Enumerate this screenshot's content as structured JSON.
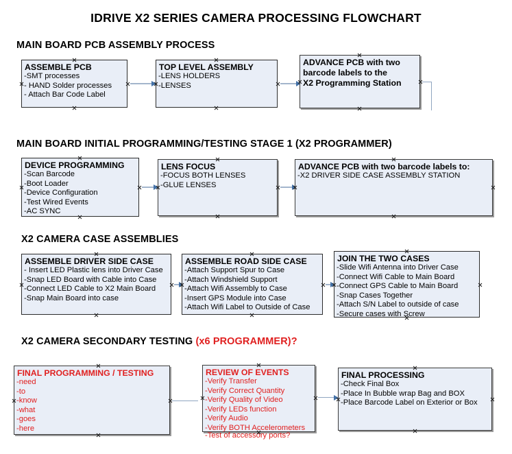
{
  "document": {
    "title": "IDRIVE X2  SERIES CAMERA PROCESSING FLOWCHART"
  },
  "sections": [
    {
      "id": "main-board-pcb-assembly",
      "title": "MAIN BOARD PCB ASSEMBLY PROCESS",
      "title_red": ""
    },
    {
      "id": "main-board-initial-programming",
      "title": "MAIN BOARD INITIAL PROGRAMMING/TESTING STAGE 1 (X2 PROGRAMMER)",
      "title_red": ""
    },
    {
      "id": "x2-camera-case-assemblies",
      "title": "X2 CAMERA CASE ASSEMBLIES",
      "title_red": ""
    },
    {
      "id": "x2-camera-secondary-testing",
      "title": "X2 CAMERA SECONDARY TESTING ",
      "title_red": "(x6 PROGRAMMER)?"
    }
  ],
  "nodes": {
    "assemble_pcb": {
      "title": "ASSEMBLE PCB",
      "items": [
        "-SMT processes",
        "- HAND Solder processes",
        "- Attach Bar Code Label"
      ]
    },
    "top_level_assembly": {
      "title": "TOP LEVEL ASSEMBLY",
      "items": [
        "-LENS HOLDERS",
        "-LENSES"
      ]
    },
    "advance_pcb_station": {
      "title": "ADVANCE PCB with two",
      "items": [
        "barcode labels to the",
        " X2 Programming Station"
      ]
    },
    "device_programming": {
      "title": "DEVICE PROGRAMMING",
      "items": [
        "-Scan Barcode",
        "-Boot Loader",
        "-Device Configuration",
        "-Test Wired Events",
        "-AC SYNC"
      ]
    },
    "lens_focus": {
      "title": "LENS FOCUS",
      "items": [
        "-FOCUS BOTH LENSES",
        "-GLUE LENSES"
      ]
    },
    "advance_pcb_driver": {
      "title": "ADVANCE PCB with two barcode labels to:",
      "items": [
        "-X2 DRIVER  SIDE  CASE  ASSEMBLY STATION"
      ]
    },
    "assemble_driver_side_case": {
      "title": "ASSEMBLE DRIVER SIDE CASE",
      "items": [
        "- Insert LED Plastic lens into Driver Case",
        "-Snap LED Board with Cable into Case",
        "-Connect LED Cable to X2 Main Board",
        "-Snap Main Board into case"
      ]
    },
    "assemble_road_side_case": {
      "title": "ASSEMBLE ROAD SIDE CASE",
      "items": [
        "-Attach Support Spur to Case",
        "-Attach Windshield Support",
        "-Attach Wifi Assembly to Case",
        "-Insert GPS Module into Case",
        "-Attach Wifi Label to Outside of Case"
      ]
    },
    "join_the_two_cases": {
      "title": "JOIN THE TWO CASES",
      "items": [
        "-Slide Wifi Antenna into Driver Case",
        "-Connect Wifi Cable to Main Board",
        "-Connect GPS Cable to Main Board",
        "-Snap Cases Together",
        "-Attach S/N Label to outside of case",
        "-Secure cases with Screw"
      ]
    },
    "final_programming_testing": {
      "title": "FINAL PROGRAMMING / TESTING",
      "items": [
        "-need",
        "-to",
        "-know",
        "-what",
        "-goes",
        "-here"
      ]
    },
    "review_of_events": {
      "title": "REVIEW OF EVENTS",
      "items": [
        "-Verify Transfer",
        "-Verify Correct Quantity",
        "-Verify Quality of Video",
        "-Verify LEDs function",
        "-Verify Audio",
        "-Verify BOTH Accelerometers"
      ],
      "overflow_item": "-Test of accessory ports?"
    },
    "final_processing": {
      "title": "FINAL PROCESSING",
      "items": [
        " -Check Final Box",
        "-Place In Bubble wrap Bag and BOX",
        "-Place Barcode Label on Exterior or Box"
      ]
    }
  },
  "colors": {
    "node_fill": "#e9eef7",
    "node_border": "#2b2b2b",
    "connector_line": "#a3b5cc",
    "arrowhead": "#4472a8",
    "accent_red": "#e02020",
    "text": "#000000"
  }
}
